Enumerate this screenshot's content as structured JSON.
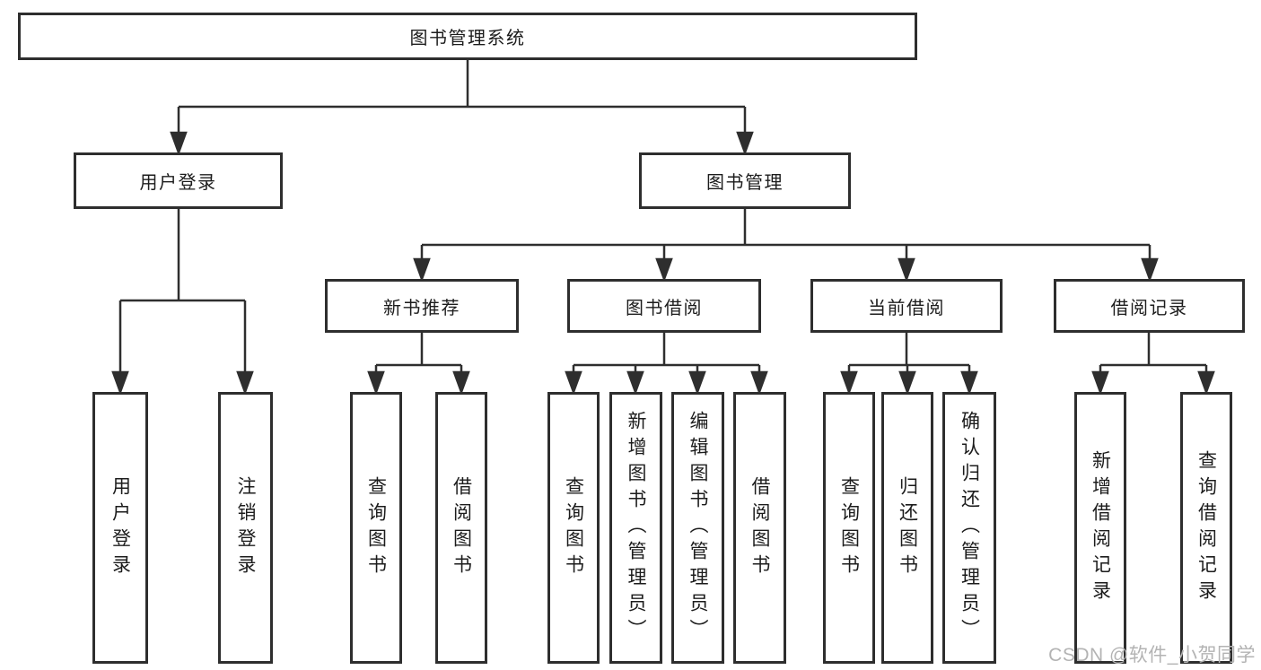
{
  "colors": {
    "line": "#2e2e2e",
    "border": "#2e2e2e",
    "text": "#1c1c1c",
    "watermark_text": "#b3b3b3",
    "background": "#ffffff"
  },
  "watermark": "CSDN @软件_小贺同学",
  "tree": {
    "root": {
      "label": "图书管理系统"
    },
    "level2": [
      {
        "label": "用户登录"
      },
      {
        "label": "图书管理"
      }
    ],
    "level3": [
      {
        "label": "新书推荐"
      },
      {
        "label": "图书借阅"
      },
      {
        "label": "当前借阅"
      },
      {
        "label": "借阅记录"
      }
    ],
    "leaves": {
      "user_login": [
        "用户登录",
        "注销登录"
      ],
      "new_books": [
        "查询图书",
        "借阅图书"
      ],
      "book_borrow": [
        "查询图书",
        "新增图书（管理员）",
        "编辑图书（管理员）",
        "借阅图书"
      ],
      "current_borrow": [
        "查询图书",
        "归还图书",
        "确认归还（管理员）"
      ],
      "borrow_records": [
        "新增借阅记录",
        "查询借阅记录"
      ]
    }
  }
}
